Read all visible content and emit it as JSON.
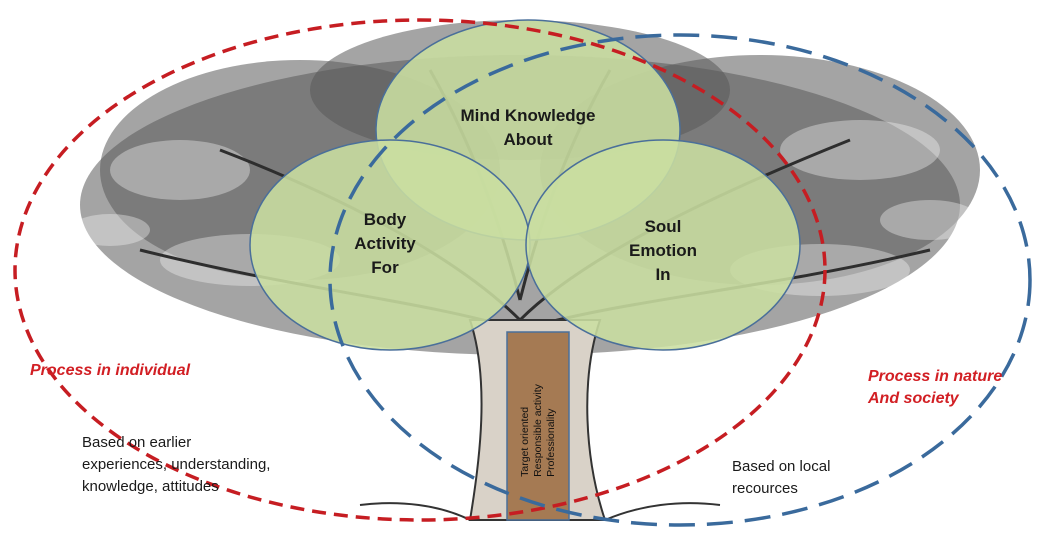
{
  "circles": {
    "mind": [
      "Mind Knowledge",
      "About"
    ],
    "body": [
      "Body",
      "Activity",
      "For"
    ],
    "soul": [
      "Soul",
      "Emotion",
      "In"
    ]
  },
  "trunk_lines": [
    "Target oriented",
    "Responsible activity",
    "Professionality"
  ],
  "left_process": "Process in individual",
  "right_process": [
    "Process in nature",
    "And society"
  ],
  "left_basis": [
    "Based on earlier",
    "experiences, understanding,",
    "knowledge, attitudes"
  ],
  "right_basis": [
    "Based on local",
    "recources"
  ],
  "colors": {
    "circle_fill": "#c9dea0",
    "circle_stroke": "#4a6f9a",
    "red_ellipse": "#c61d22",
    "blue_ellipse": "#3a6a9c",
    "trunk_box": "#9b6b3e",
    "tree_ink": "#3b3b3b"
  }
}
